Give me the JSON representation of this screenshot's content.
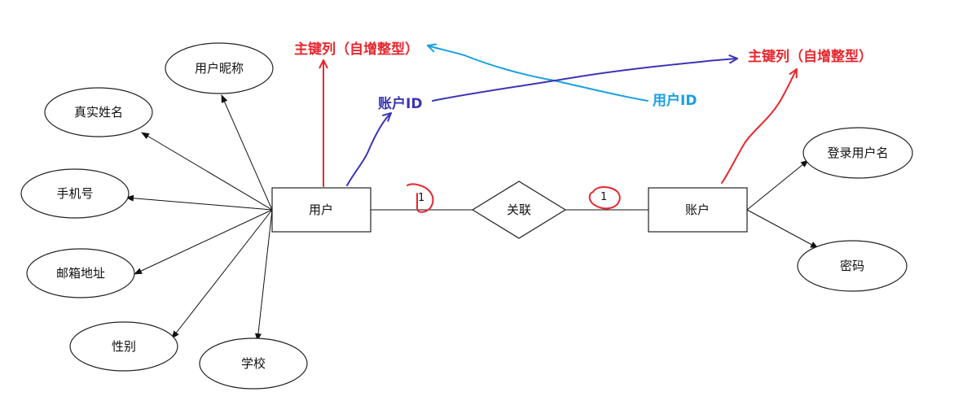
{
  "entities": {
    "user": "用户",
    "account": "账户"
  },
  "relationship": "关联",
  "user_attributes": {
    "nickname": "用户昵称",
    "real_name": "真实姓名",
    "phone": "手机号",
    "email": "邮箱地址",
    "gender": "性别",
    "school": "学校"
  },
  "account_attributes": {
    "login_name": "登录用户名",
    "password": "密码"
  },
  "cardinality": {
    "user_side": "1",
    "account_side": "1"
  },
  "annotations": {
    "primary_key_left": "主键列（自增整型）",
    "primary_key_right": "主键列（自增整型）",
    "account_id": "账户ID",
    "user_id": "用户ID"
  },
  "colors": {
    "primary_key": "#e8272e",
    "account_id": "#3a35b5",
    "user_id": "#1aa0e0"
  }
}
